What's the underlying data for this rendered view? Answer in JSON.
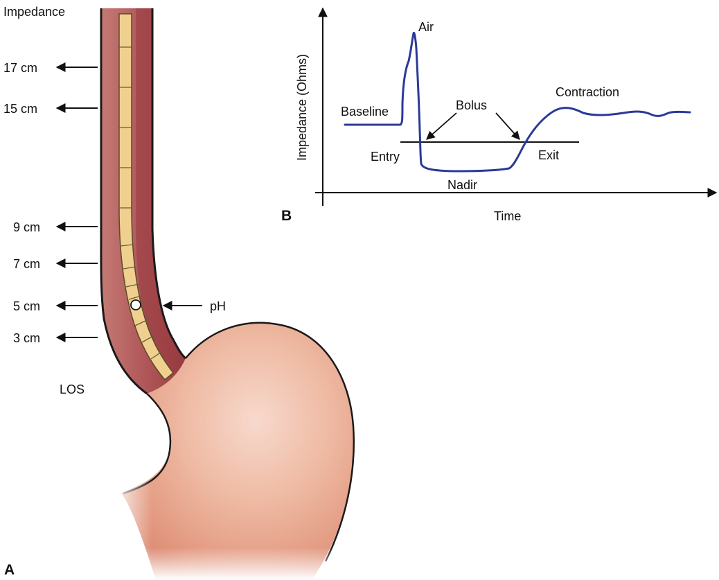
{
  "panel_a": {
    "letter": "A",
    "impedance_label": "Impedance",
    "sensor_labels": [
      "17 cm",
      "15 cm",
      "9 cm",
      "7 cm",
      "5 cm",
      "3 cm"
    ],
    "ph_label": "pH",
    "los_label": "LOS"
  },
  "panel_b": {
    "letter": "B",
    "y_axis_label": "Impedance (Ohms)",
    "x_axis_label": "Time",
    "annotations": {
      "air": "Air",
      "baseline": "Baseline",
      "bolus": "Bolus",
      "contraction": "Contraction",
      "entry": "Entry",
      "exit": "Exit",
      "nadir": "Nadir"
    },
    "trace_color": "#2a3a98"
  },
  "colors": {
    "esophagus_wall": "#a5484a",
    "stomach": "#e7a58c",
    "catheter": "#f0d08f",
    "outline": "#1a1a1a"
  }
}
